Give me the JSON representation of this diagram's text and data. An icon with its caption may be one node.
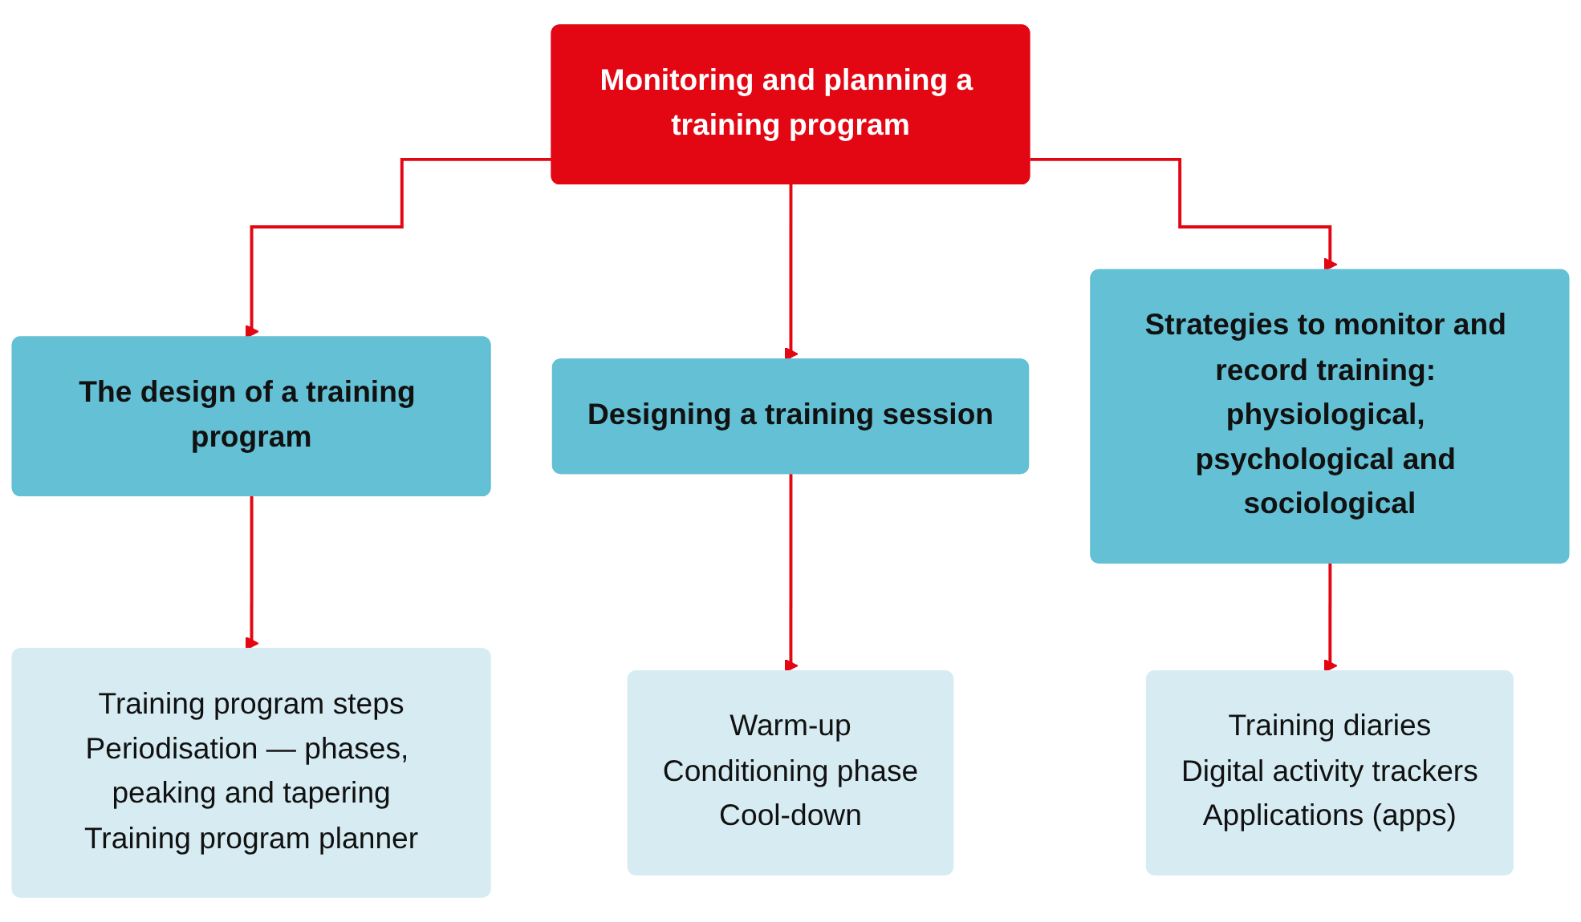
{
  "diagram": {
    "nodes": [
      {
        "text": [
          "Monitoring and planning a training program"
        ]
      },
      {
        "text": [
          "The design of a training program"
        ]
      },
      {
        "text": [
          "Designing a training session"
        ]
      },
      {
        "text": [
          "Strategies to monitor and record training: physiological, psychological and sociological"
        ]
      },
      {
        "text": [
          "Training program steps",
          "Periodisation — phases, peaking and tapering",
          "Training program planner"
        ]
      },
      {
        "text": [
          "Warm-up",
          "Conditioning phase",
          "Cool-down"
        ]
      },
      {
        "text": [
          "Training diaries",
          "Digital activity trackers",
          "Applications (apps)"
        ]
      }
    ],
    "edges": [
      {
        "from": 0,
        "to": 1,
        "arrow": "to"
      },
      {
        "from": 0,
        "to": 2,
        "arrow": "to"
      },
      {
        "from": 0,
        "to": 3,
        "arrow": "to"
      },
      {
        "from": 1,
        "to": 4,
        "arrow": "to"
      },
      {
        "from": 2,
        "to": 5,
        "arrow": "to"
      },
      {
        "from": 3,
        "to": 6,
        "arrow": "to"
      }
    ]
  }
}
